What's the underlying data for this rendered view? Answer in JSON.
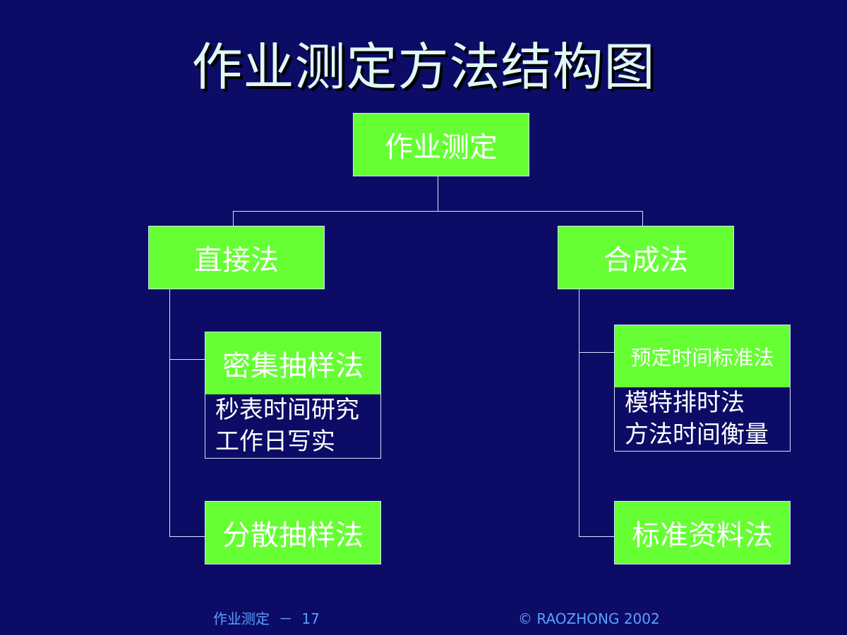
{
  "title": "作业测定方法结构图",
  "diagram": {
    "root": "作业测定",
    "direct": {
      "label": "直接法",
      "children": [
        {
          "label": "密集抽样法",
          "items": [
            "秒表时间研究",
            "工作日写实"
          ]
        },
        {
          "label": "分散抽样法"
        }
      ]
    },
    "synthetic": {
      "label": "合成法",
      "children": [
        {
          "label": "预定时间标准法",
          "items": [
            "模特排时法",
            "方法时间衡量"
          ]
        },
        {
          "label": "标准资料法"
        }
      ]
    }
  },
  "footer": {
    "left": "作业测定  －  17",
    "right": "© RAOZHONG 2002"
  },
  "colors": {
    "background": "#0c0c66",
    "node_fill": "#66ff33",
    "line": "#cfe8ff",
    "title": "#dff8f5",
    "footer": "#5aa0ff"
  }
}
